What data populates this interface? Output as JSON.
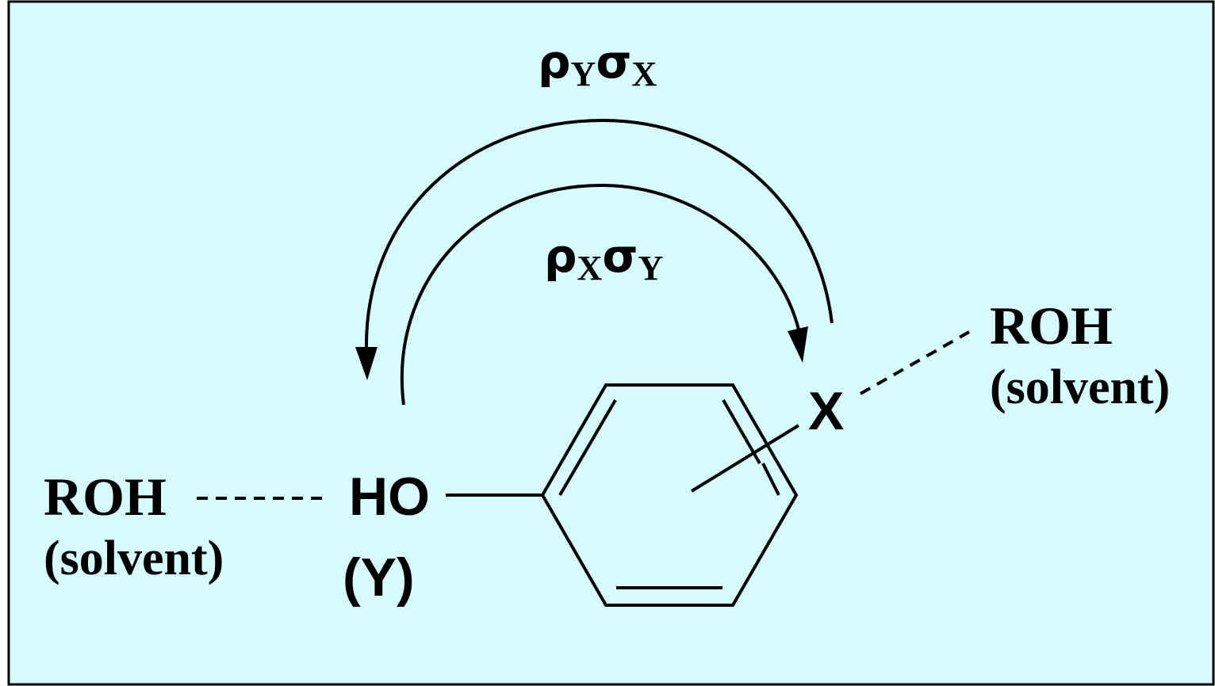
{
  "colors": {
    "background": "#d7fcff",
    "frame": "#000000",
    "ink": "#000000"
  },
  "left_group": {
    "solvent_formula": "ROH",
    "solvent_note": "(solvent)",
    "hydroxyl_label": "HO",
    "hydroxyl_tag": "(Y)"
  },
  "right_group": {
    "substituent_label": "X",
    "solvent_formula": "ROH",
    "solvent_note": "(solvent)"
  },
  "outer_arrow": {
    "rho": "ρ",
    "rho_subscript": "Y",
    "sigma": "σ",
    "sigma_subscript": "X"
  },
  "inner_arrow": {
    "rho": "ρ",
    "rho_subscript": "X",
    "sigma": "σ",
    "sigma_subscript": "Y"
  }
}
